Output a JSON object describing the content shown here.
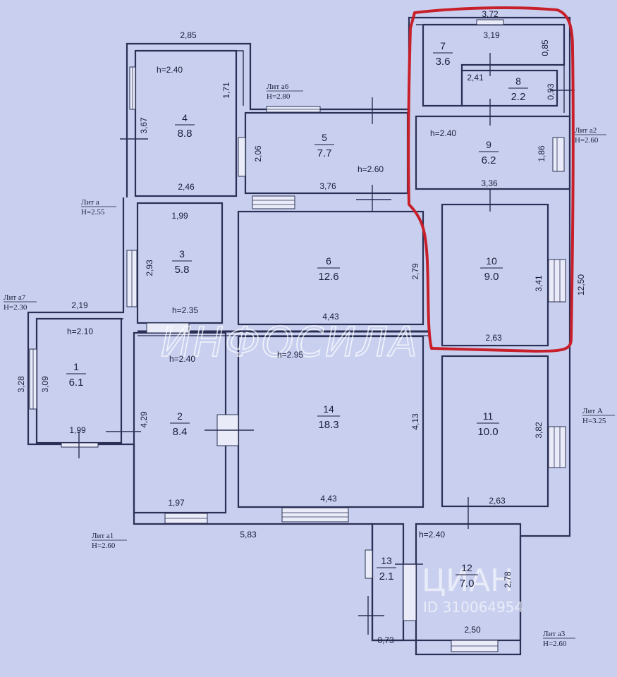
{
  "rooms": [
    {
      "id": "1",
      "number": "1",
      "area": "6.1"
    },
    {
      "id": "2",
      "number": "2",
      "area": "8.4"
    },
    {
      "id": "3",
      "number": "3",
      "area": "5.8"
    },
    {
      "id": "4",
      "number": "4",
      "area": "8.8"
    },
    {
      "id": "5",
      "number": "5",
      "area": "7.7"
    },
    {
      "id": "6",
      "number": "6",
      "area": "12.6"
    },
    {
      "id": "7",
      "number": "7",
      "area": "3.6"
    },
    {
      "id": "8",
      "number": "8",
      "area": "2.2"
    },
    {
      "id": "9",
      "number": "9",
      "area": "6.2"
    },
    {
      "id": "10",
      "number": "10",
      "area": "9.0"
    },
    {
      "id": "11",
      "number": "11",
      "area": "10.0"
    },
    {
      "id": "12",
      "number": "12",
      "area": "7.0"
    },
    {
      "id": "13",
      "number": "13",
      "area": "2.1"
    },
    {
      "id": "14",
      "number": "14",
      "area": "18.3"
    }
  ],
  "dimensions": {
    "d_285": "2,85",
    "d_171": "1,71",
    "d_367": "3,67",
    "d_246": "2,46",
    "d_206": "2,06",
    "d_376": "3,76",
    "d_372": "3,72",
    "d_319": "3,19",
    "d_085": "0,85",
    "d_241": "2,41",
    "d_093": "0,93",
    "d_186": "1,86",
    "d_336": "3,36",
    "d_341": "3,41",
    "d_263a": "2,63",
    "d_1250": "12,50",
    "d_199a": "1,99",
    "d_293": "2,93",
    "d_279": "2,79",
    "d_443a": "4,43",
    "d_219": "2,19",
    "d_328": "3,28",
    "d_309": "3,09",
    "d_199b": "1,99",
    "d_429": "4,29",
    "d_197": "1,97",
    "d_413": "4,13",
    "d_443b": "4,43",
    "d_382": "3,82",
    "d_263b": "2,63",
    "d_583": "5,83",
    "d_278": "2,78",
    "d_250": "2,50",
    "d_073": "0,73"
  },
  "heights": {
    "h4": "h=2.40",
    "h5": "h=2.60",
    "h9": "h=2.40",
    "h3": "h=2.35",
    "h1": "h=2.10",
    "h2": "h=2.40",
    "h14": "h=2.95",
    "h12": "h=2.40"
  },
  "lit_labels": {
    "a6_name": "Лит а6",
    "a6_h": "H=2.80",
    "a2_name": "Лит а2",
    "a2_h": "H=2.60",
    "a_name": "Лит а",
    "a_h": "H=2.55",
    "a7_name": "Лит а7",
    "a7_h": "H=2.30",
    "A_name": "Лит А",
    "A_h": "H=3.25",
    "a1_name": "Лит а1",
    "a1_h": "H=2.60",
    "a3_name": "Лит а3",
    "a3_h": "H=2.60"
  },
  "watermark": {
    "infosila": "ИНФОСИЛА",
    "cian": "ЦИАН",
    "cian_id": "ID 310064954"
  },
  "colors": {
    "paper": "#c9d0ef",
    "ink": "#2b2f55",
    "highlight": "#c8202a"
  }
}
